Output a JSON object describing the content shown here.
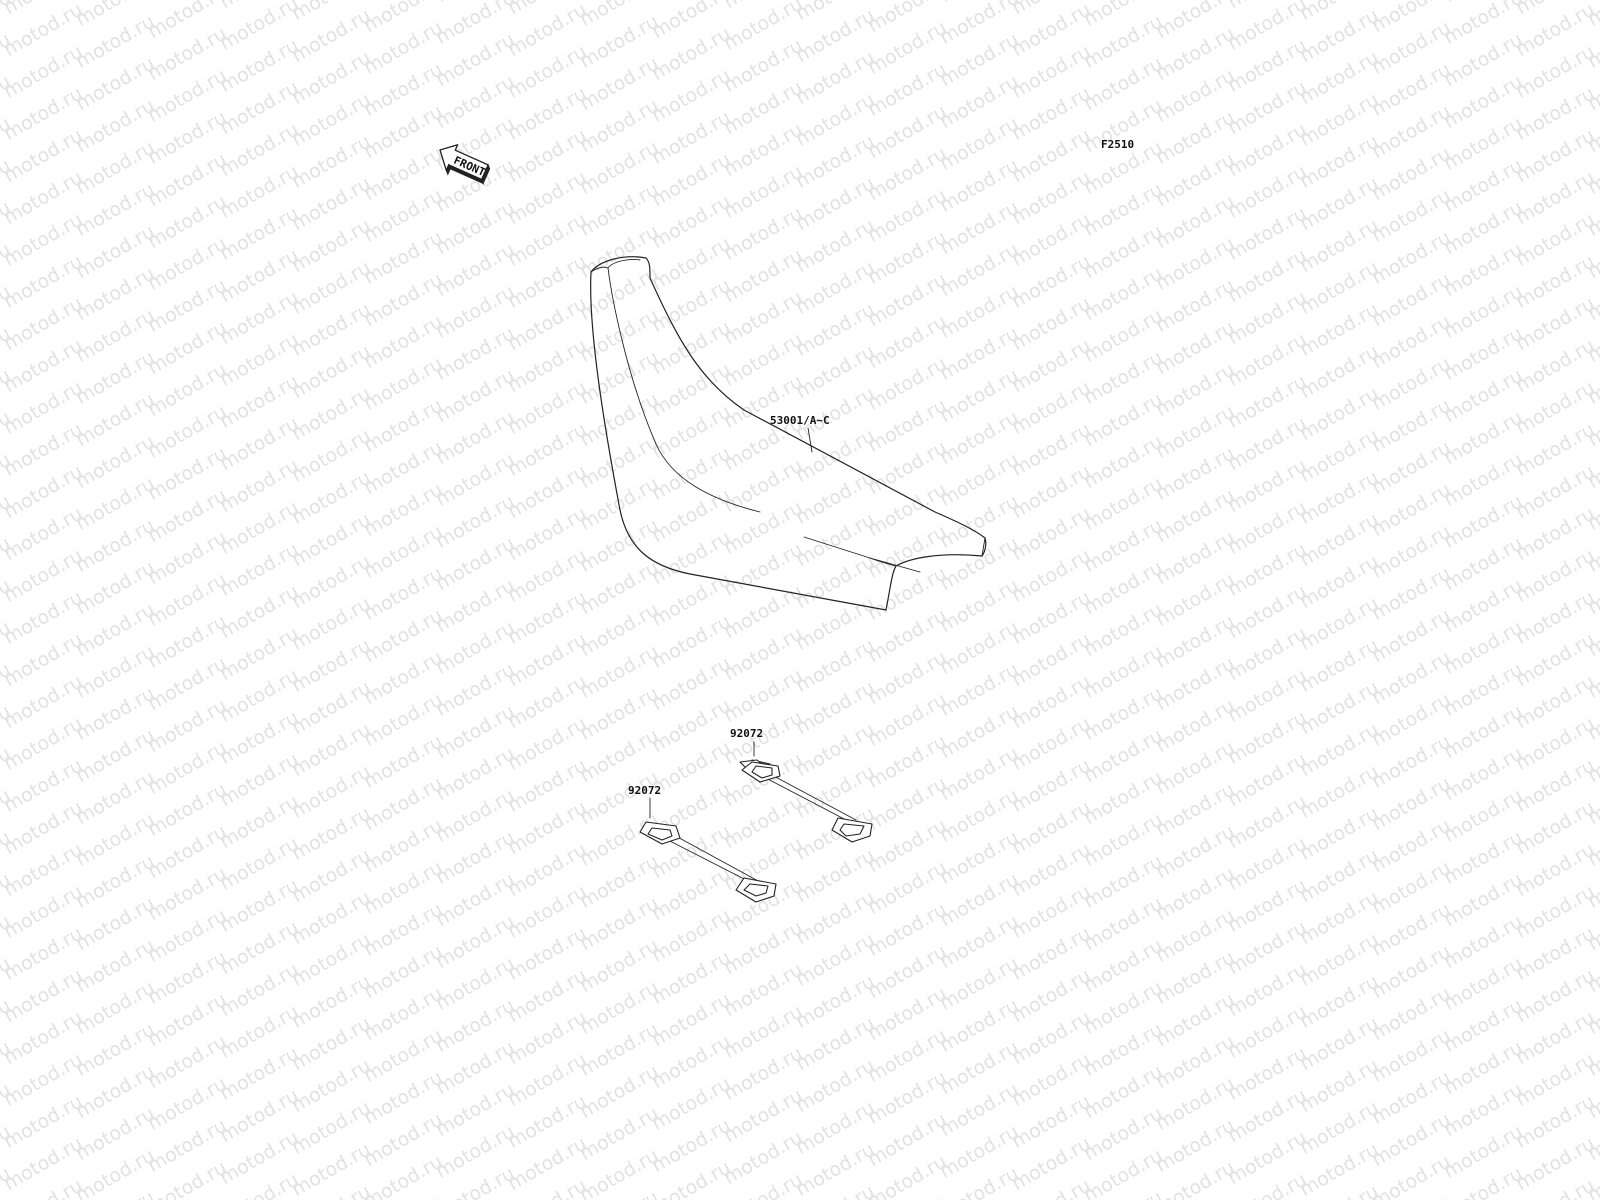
{
  "watermark": {
    "text": "motod.ru"
  },
  "figure_code": "F2510",
  "front_indicator": {
    "label": "FRONT",
    "icon": "front-arrow-icon"
  },
  "parts": {
    "seat": {
      "part_number": "53001/A~C"
    },
    "strap_upper": {
      "part_number": "92072"
    },
    "strap_lower": {
      "part_number": "92072"
    }
  }
}
